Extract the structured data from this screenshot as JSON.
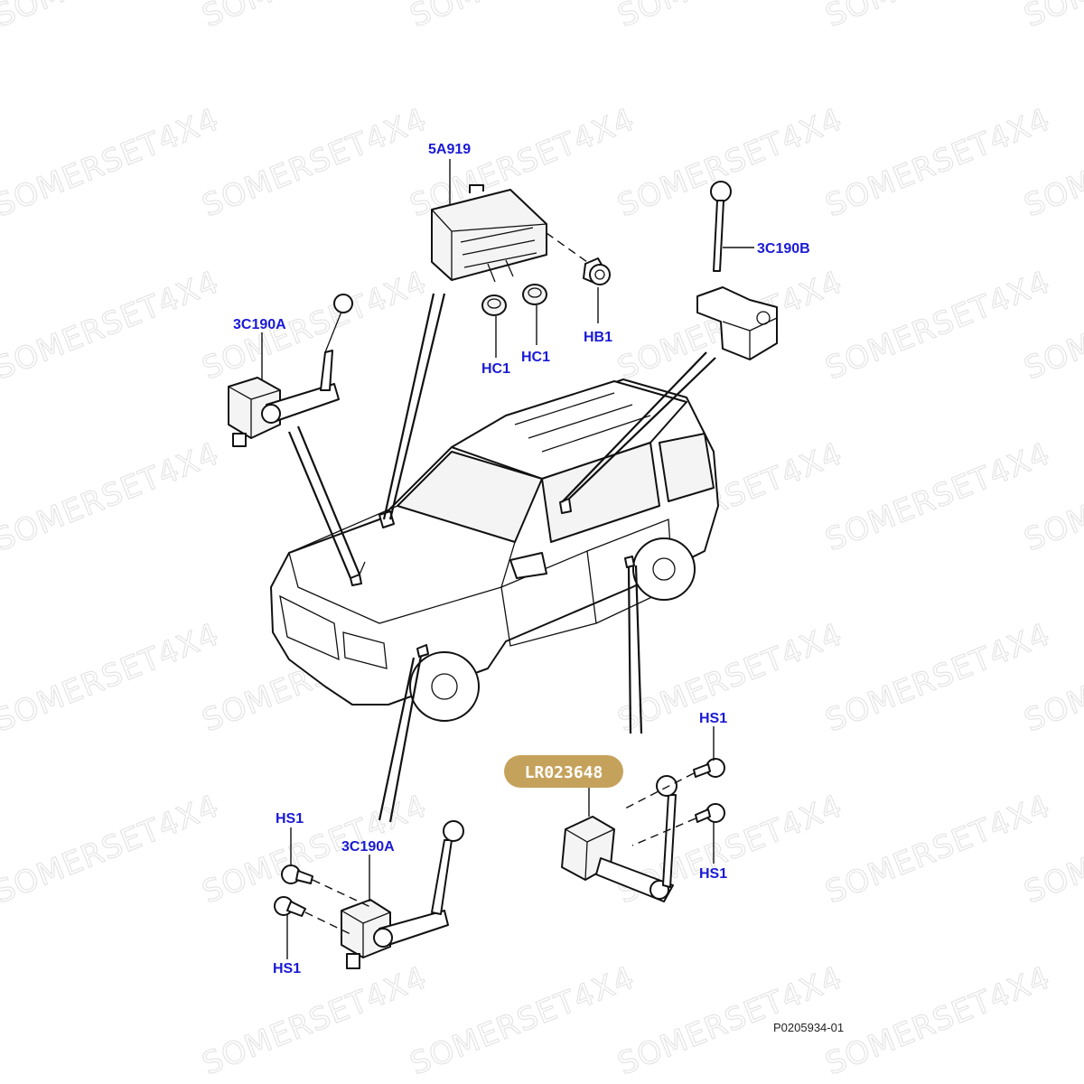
{
  "watermark": {
    "text": "SOMERSET4X4"
  },
  "labels": {
    "module": "5A919",
    "sensor_front_left_top": "3C190A",
    "sensor_rear_right_top": "3C190B",
    "hb1": "HB1",
    "hc1_a": "HC1",
    "hc1_b": "HC1",
    "hs1_tl": "HS1",
    "hs1_bl": "HS1",
    "hs1_tr": "HS1",
    "hs1_br": "HS1",
    "sensor_front_bottom": "3C190A"
  },
  "badge": {
    "part_number": "LR023648",
    "color": "#c5a25c"
  },
  "reference_code": "P0205934-01",
  "colors": {
    "label": "#1a1ad6",
    "line": "#111111"
  }
}
